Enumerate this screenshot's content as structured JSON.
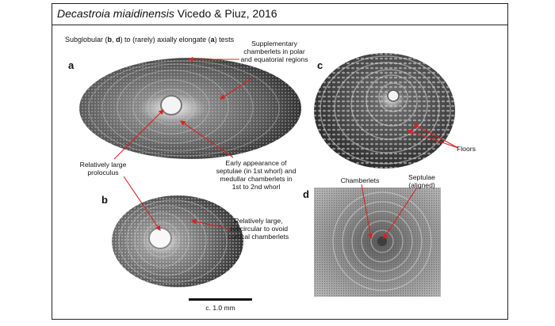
{
  "title": {
    "species": "Decastroia miaidinensis",
    "authority": " Vicedo & Piuz, 2016"
  },
  "subtitle": {
    "prefix": "Subglobular (",
    "b": "b",
    "sep": ", ",
    "d": "d",
    "mid": ") to (rarely) axially elongate (",
    "a": "a",
    "suffix": ") tests"
  },
  "panels": {
    "a": "a",
    "b": "b",
    "c": "c",
    "d": "d"
  },
  "annotations": {
    "supplementary": "Supplementary chamberlets in polar and equatorial regions",
    "proloculus": "Relatively large proloculus",
    "septulae_early": "Early appearance of septulae (in 1st whorl) and medullar chamberlets in 1st to 2nd whorl",
    "cortical": "Relatively large, subcircular to ovoid cortical chamberlets",
    "floors": "Floors",
    "chamberlets": "Chamberlets",
    "septulae_aligned": "Septulae (aligned)"
  },
  "scale": {
    "label": "c. 1.0 mm"
  },
  "colors": {
    "arrow": "#d8231f",
    "frame": "#222222"
  }
}
